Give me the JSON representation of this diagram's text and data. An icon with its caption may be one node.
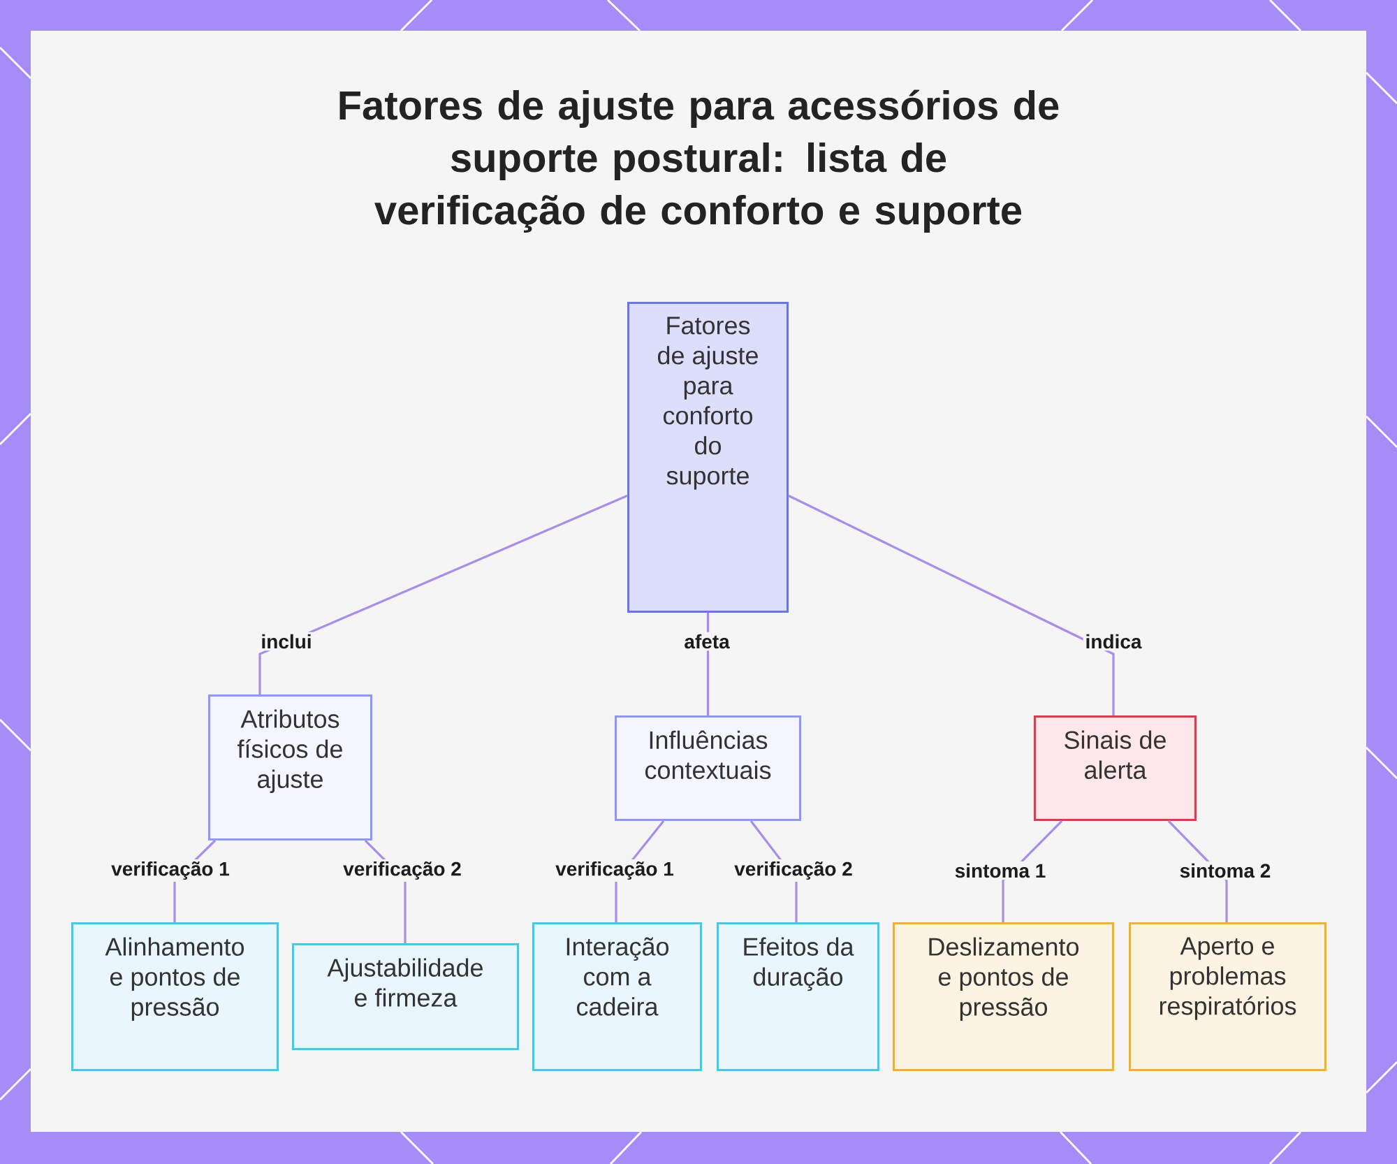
{
  "diagram": {
    "title": "Fatores de ajuste para acessórios de suporte postural: lista de verificação de conforto e suporte",
    "nodes": [
      {
        "text": [
          "Fatores de ajuste para conforto do suporte"
        ]
      },
      {
        "text": [
          "Atributos físicos de ajuste"
        ]
      },
      {
        "text": [
          "Influências contextuais"
        ]
      },
      {
        "text": [
          "Sinais de alerta"
        ]
      },
      {
        "text": [
          "Alinhamento e pontos de pressão"
        ]
      },
      {
        "text": [
          "Ajustabilidade e firmeza"
        ]
      },
      {
        "text": [
          "Interação com a cadeira"
        ]
      },
      {
        "text": [
          "Efeitos da duração"
        ]
      },
      {
        "text": [
          "Deslizamento e pontos de pressão"
        ]
      },
      {
        "text": [
          "Aperto e problemas respiratórios"
        ]
      }
    ],
    "edges": [
      {
        "from": 0,
        "to": 1,
        "label": "inclui",
        "arrow": "none"
      },
      {
        "from": 0,
        "to": 2,
        "label": "afeta",
        "arrow": "none"
      },
      {
        "from": 0,
        "to": 3,
        "label": "indica",
        "arrow": "none"
      },
      {
        "from": 1,
        "to": 4,
        "label": "verificação 1",
        "arrow": "none"
      },
      {
        "from": 1,
        "to": 5,
        "label": "verificação 2",
        "arrow": "none"
      },
      {
        "from": 2,
        "to": 6,
        "label": "verificação 1",
        "arrow": "none"
      },
      {
        "from": 2,
        "to": 7,
        "label": "verificação 2",
        "arrow": "none"
      },
      {
        "from": 3,
        "to": 8,
        "label": "sintoma 1",
        "arrow": "none"
      },
      {
        "from": 3,
        "to": 9,
        "label": "sintoma 2",
        "arrow": "none"
      }
    ]
  }
}
